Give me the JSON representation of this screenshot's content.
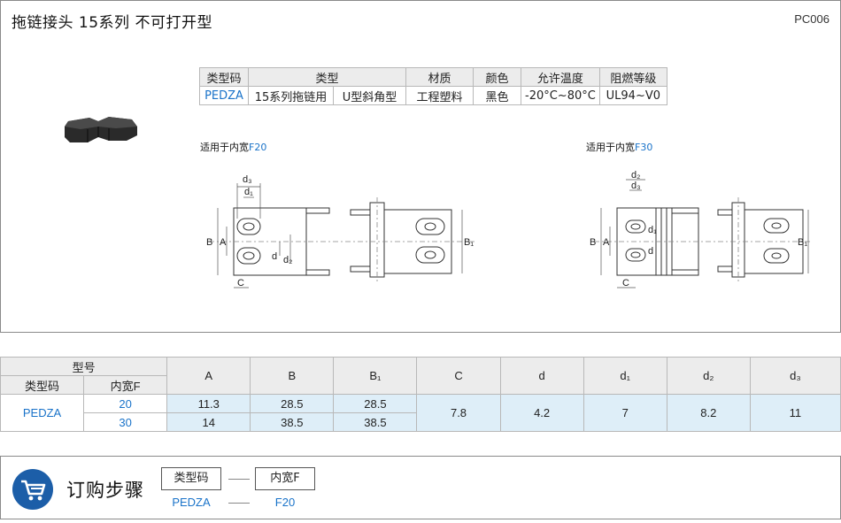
{
  "header": {
    "title": "拖链接头  15系列  不可打开型",
    "code": "PC006"
  },
  "spec_table": {
    "headers": [
      "类型码",
      "类型",
      "材质",
      "颜色",
      "允许温度",
      "阻燃等级"
    ],
    "row": [
      "PEDZA",
      "15系列拖链用",
      "U型斜角型",
      "工程塑料",
      "黑色",
      "-20°C~80°C",
      "UL94~V0"
    ]
  },
  "drawing_left": {
    "caption_prefix": "适用于内宽",
    "caption_value": "F20",
    "labels": {
      "d3": "d₃",
      "d1": "d₁",
      "d": "d",
      "d2": "d₂",
      "A": "A",
      "B": "B",
      "C": "C",
      "B1": "B₁"
    }
  },
  "drawing_right": {
    "caption_prefix": "适用于内宽",
    "caption_value": "F30",
    "labels": {
      "d2": "d₂",
      "d3": "d₃",
      "d1": "d₁",
      "d": "d",
      "A": "A",
      "B": "B",
      "C": "C",
      "B1": "B₁"
    }
  },
  "dim_table": {
    "group_header": "型号",
    "sub_headers": [
      "类型码",
      "内宽F"
    ],
    "columns": [
      "A",
      "B",
      "B₁",
      "C",
      "d",
      "d₁",
      "d₂",
      "d₃"
    ],
    "model": "PEDZA",
    "rows": [
      {
        "F": "20",
        "A": "11.3",
        "B": "28.5",
        "B1": "28.5"
      },
      {
        "F": "30",
        "A": "14",
        "B": "38.5",
        "B1": "38.5"
      }
    ],
    "shared": {
      "C": "7.8",
      "d": "4.2",
      "d1": "7",
      "d2": "8.2",
      "d3": "11"
    }
  },
  "order": {
    "title": "订购步骤",
    "steps": [
      "类型码",
      "内宽F"
    ],
    "values": [
      "PEDZA",
      "F20"
    ],
    "icon": "cart-icon",
    "icon_color": "#1c5ea8"
  },
  "colors": {
    "accent": "#1a73c9",
    "cell_fill": "#deeef8",
    "header_fill": "#ececec"
  }
}
